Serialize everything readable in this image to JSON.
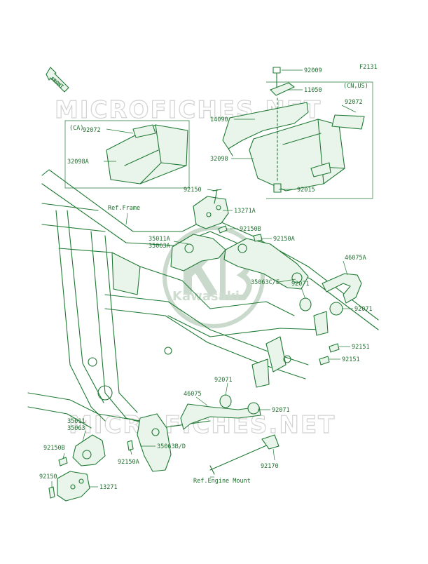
{
  "diagram": {
    "code": "F2131",
    "front_label": "FRONT",
    "watermark": "MICROFICHES.NET",
    "logo_text": "Kawasaki",
    "box_cn_us": "(CN,US)",
    "box_ca": "(CA)",
    "ref_frame": "Ref.Frame",
    "ref_engine_mount": "Ref.Engine Mount",
    "colors": {
      "ink": "#1f7a33",
      "text": "#1f6f2e",
      "watermark": "#d3d3d3"
    },
    "parts": {
      "p92009": "92009",
      "p11050": "11050",
      "p14090": "14090",
      "p92072_us": "92072",
      "p32098": "32098",
      "p92015": "92015",
      "p92072_ca": "92072",
      "p32098A": "32098A",
      "p92150_top": "92150",
      "p13271A": "13271A",
      "p92150B_top": "92150B",
      "p35011A": "35011A",
      "p35063A": "35063A",
      "p92150A_top": "92150A",
      "p46075A": "46075A",
      "p35063CE": "35063C/E",
      "p92071_a": "92071",
      "p92071_b": "92071",
      "p92151_a": "92151",
      "p92151_b": "92151",
      "p92071_c": "92071",
      "p46075": "46075",
      "p92071_d": "92071",
      "p35011": "35011",
      "p35063": "35063",
      "p35063BD": "35063B/D",
      "p92150B_bot": "92150B",
      "p92150A_bot": "92150A",
      "p92150_bot": "92150",
      "p13271": "13271",
      "p92170": "92170"
    }
  }
}
